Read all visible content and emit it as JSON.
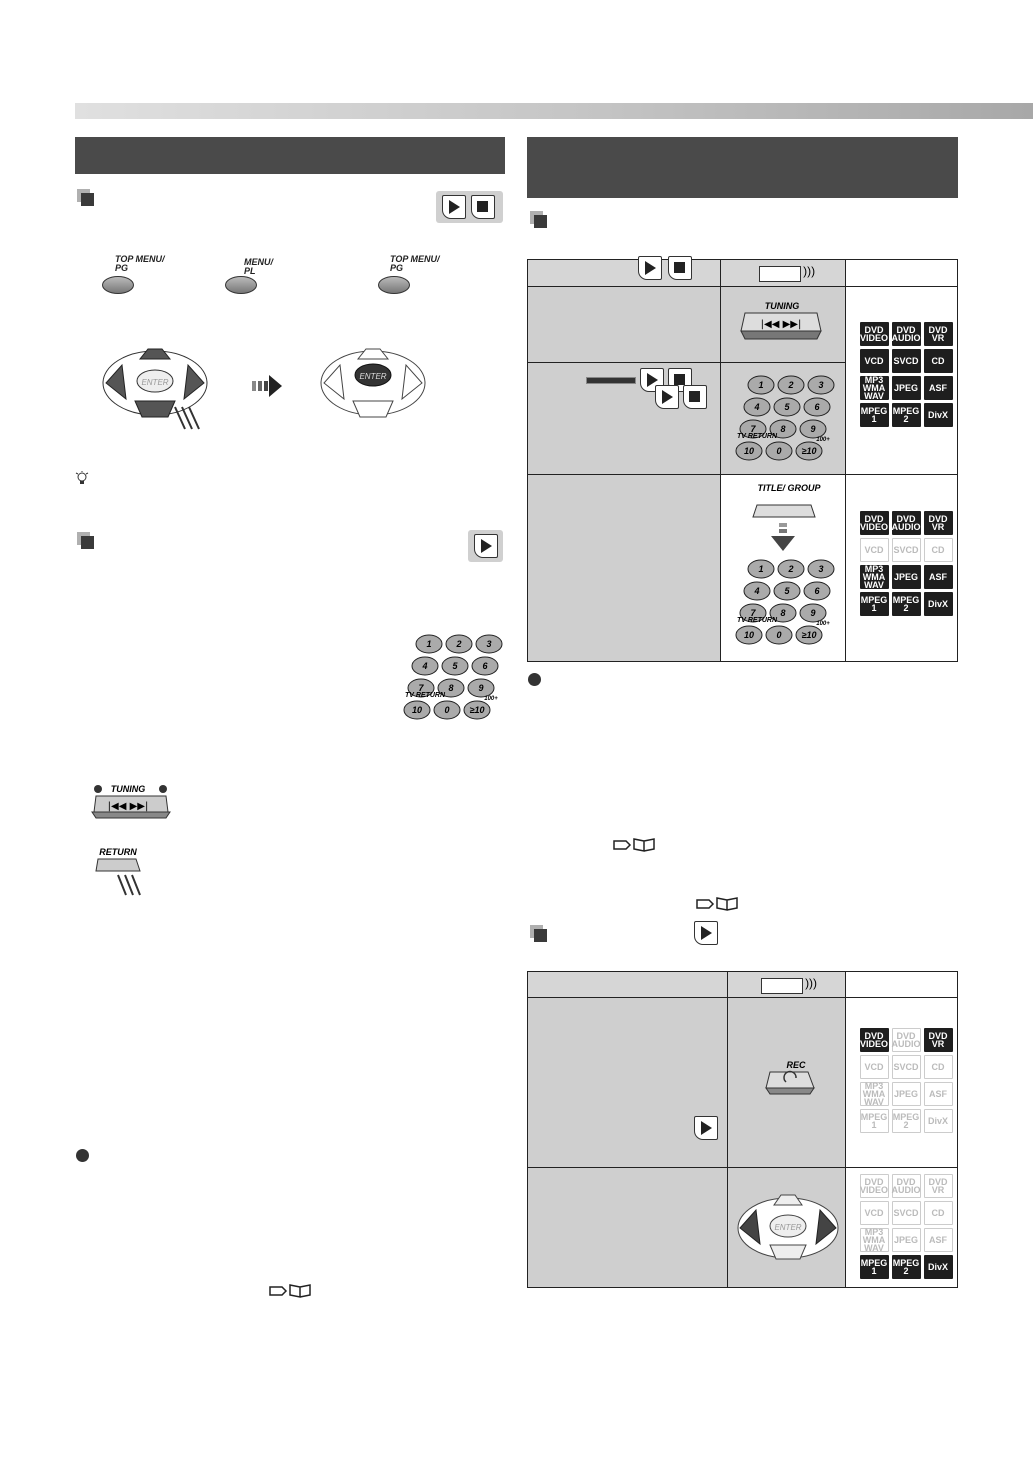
{
  "button_labels": {
    "top_menu": "TOP MENU/ PG",
    "menu": "MENU/ PL",
    "enter": "ENTER",
    "tuning": "TUNING",
    "return": "RETURN",
    "title_group": "TITLE/ GROUP",
    "rec": "REC",
    "tv_return": "TV RETURN"
  },
  "number_keys": [
    "1",
    "2",
    "3",
    "4",
    "5",
    "6",
    "7",
    "8",
    "9",
    "10",
    "0",
    "≥10"
  ],
  "number_key_extra": "100+",
  "formats": [
    {
      "label": "DVD VIDEO"
    },
    {
      "label": "DVD AUDIO"
    },
    {
      "label": "DVD VR"
    },
    {
      "label": "VCD"
    },
    {
      "label": "SVCD"
    },
    {
      "label": "CD"
    },
    {
      "label": "MP3 WMA WAV"
    },
    {
      "label": "JPEG"
    },
    {
      "label": "ASF"
    },
    {
      "label": "MPEG 1"
    },
    {
      "label": "MPEG 2"
    },
    {
      "label": "DivX"
    }
  ],
  "format_states": {
    "table1_row1": [
      true,
      true,
      true,
      true,
      true,
      true,
      true,
      true,
      true,
      true,
      true,
      true
    ],
    "table1_row3": [
      true,
      true,
      true,
      false,
      false,
      false,
      true,
      true,
      true,
      true,
      true,
      true
    ],
    "table2_row1": [
      true,
      false,
      true,
      false,
      false,
      false,
      false,
      false,
      false,
      false,
      false,
      false
    ],
    "table2_row2": [
      false,
      false,
      false,
      false,
      false,
      false,
      false,
      false,
      false,
      true,
      true,
      true
    ]
  },
  "colors": {
    "header_bg": "#4a4a4a",
    "cell_gray": "#cfcfcf",
    "badge_on": "#1e1e1e"
  }
}
